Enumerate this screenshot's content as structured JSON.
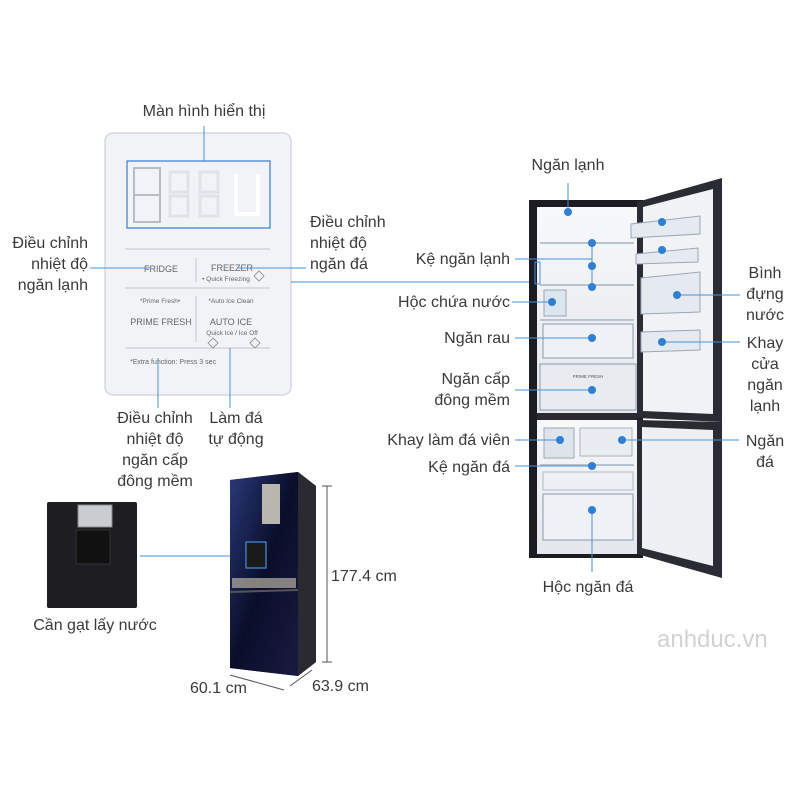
{
  "control_panel": {
    "fridge_button": "FRIDGE",
    "freezer_button": "FREEZER",
    "quick_freezing": "• Quick Freezing",
    "prime_fresh_hint": "*Prime Fresh•",
    "auto_ice_clean_hint": "*Auto Ice Clean",
    "prime_fresh_button": "PRIME FRESH",
    "auto_ice_button": "AUTO ICE",
    "quick_ice_off": "Quick Ice / Ice Off",
    "extra_function": "*Extra function: Press 3 sec"
  },
  "panel_labels": {
    "display": "Màn hình hiển thị",
    "fridge_temp": [
      "Điều chỉnh",
      "nhiệt độ",
      "ngăn lạnh"
    ],
    "freezer_temp": [
      "Điều chỉnh",
      "nhiệt độ",
      "ngăn đá"
    ],
    "soft_freeze_temp": [
      "Điều chỉnh",
      "nhiệt độ",
      "ngăn cấp",
      "đông mềm"
    ],
    "auto_ice": [
      "Làm đá",
      "tự động"
    ]
  },
  "fridge_labels": {
    "fridge_compartment": "Ngăn lạnh",
    "fridge_shelf": "Kệ ngăn lạnh",
    "water_tank": "Hộc chứa nước",
    "vegetable_drawer": "Ngăn rau",
    "soft_freeze": [
      "Ngăn cấp",
      "đông mềm"
    ],
    "ice_tray": "Khay làm đá viên",
    "freezer_shelf": "Kệ ngăn đá",
    "freezer_drawer": "Hộc ngăn đá",
    "water_jug": [
      "Bình",
      "đựng",
      "nước"
    ],
    "door_tray": [
      "Khay",
      "cửa",
      "ngăn",
      "lạnh"
    ],
    "freezer_compartment": [
      "Ngăn",
      "đá"
    ],
    "prime_fresh_label": "PRIME FRESH"
  },
  "dispenser": {
    "label": "Cần gạt lấy nước"
  },
  "dimensions": {
    "height": "177.4 cm",
    "width": "60.1 cm",
    "depth": "63.9 cm"
  },
  "watermark": "anhduc.vn",
  "colors": {
    "dot": "#2f7fd6",
    "line": "#4a90d9",
    "fridge_body": "#1c1c22",
    "panel_bg": "#f1f3f6"
  }
}
